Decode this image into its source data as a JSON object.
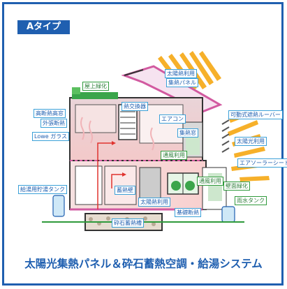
{
  "badge": "Aタイプ",
  "caption": "太陽光集熱パネル＆砕石蓄熱空調・給湯システム",
  "labels": {
    "solar_use_top": "太陽熱利用",
    "collector_panel": "集熱パネル",
    "rooftop_green": "屋上緑化",
    "heat_exchanger": "熱交換器",
    "aircon": "エアコン",
    "movable_louver": "可動式遮熱ルーバー",
    "insulated_window": "高断熱高窓",
    "exterior_insulation": "外張断熱",
    "lowe_glass": "Lowe ガラス",
    "heat_collector_window": "集熱窓",
    "sunlight_use": "太陽光利用",
    "air_film_sheet": "エアソーラーシート",
    "ventilation_use": "通風利用",
    "hot_water_tank": "給湯用貯湯タンク",
    "daylight_use": "通風利用",
    "wall_green": "壁面緑化",
    "heat_storage_wall": "蓄熱壁",
    "solar_use_bottom": "太陽熱利用",
    "rain_tank": "雨水タンク",
    "foundation_insulation": "基礎断熱",
    "crushed_stone": "砕石蓄熱槽"
  },
  "colors": {
    "frame_blue": "#1f5fb0",
    "label_border": "#3aa0d8",
    "sun_orange": "#f6b02a",
    "roof_pink": "#d25aa0",
    "warm_pink": "#f1b4b8",
    "green": "#2f9a3b"
  }
}
